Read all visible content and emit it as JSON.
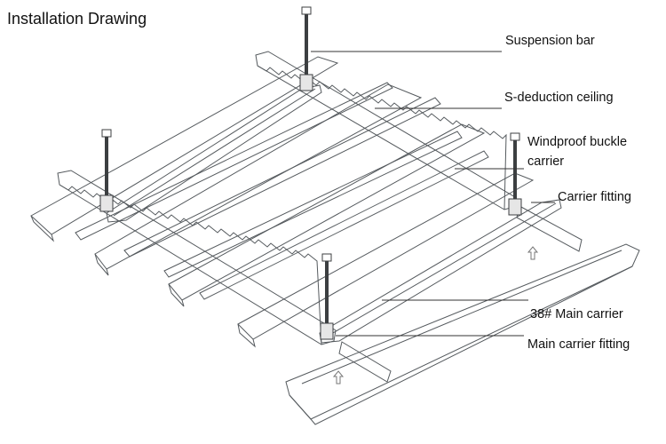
{
  "title": "Installation Drawing",
  "labels": {
    "suspension_bar": "Suspension bar",
    "s_deduction_ceiling": "S-deduction ceiling",
    "windproof_line1": "Windproof buckle",
    "windproof_line2": "carrier",
    "carrier_fitting": "Carrier fitting",
    "main_carrier": "38# Main carrier",
    "main_carrier_fitting": "Main carrier fitting"
  },
  "colors": {
    "panel_fill": "#f2f2f2",
    "panel_fill_dark": "#e2e3e3",
    "carrier_fill": "#c9cccd",
    "carrier_face": "#b4b7b8",
    "stroke": "#555a5e",
    "rod": "#3c3f41",
    "arrow": "#777777"
  },
  "icons": {
    "arrow": "up-arrow-icon"
  }
}
